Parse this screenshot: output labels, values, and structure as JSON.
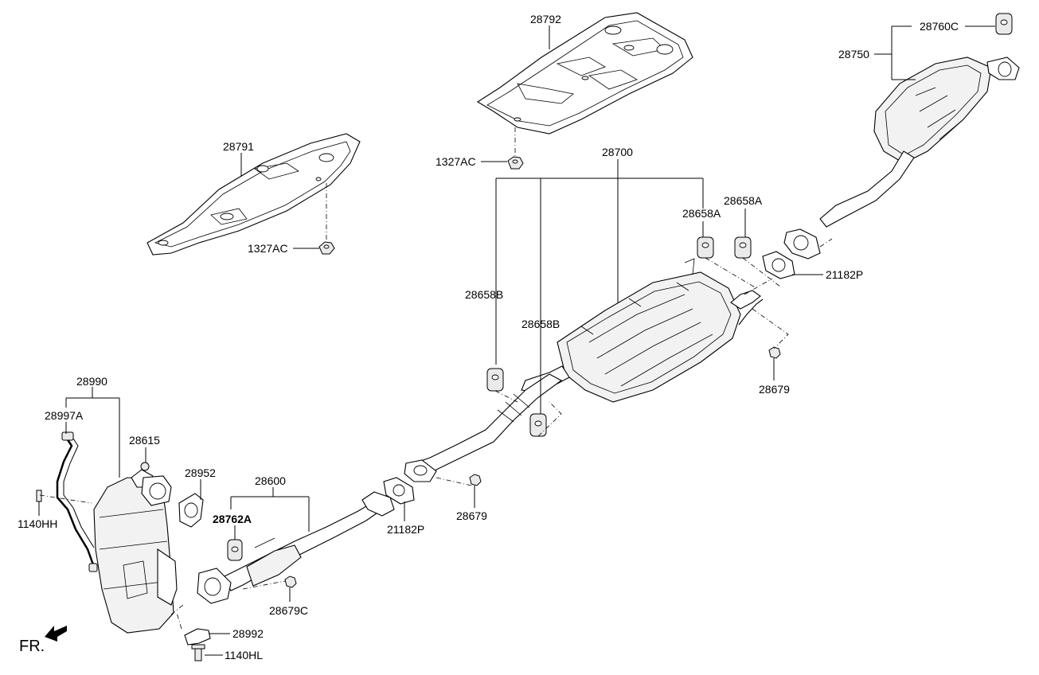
{
  "labels": {
    "p28792": "28792",
    "p28791": "28791",
    "p1327ac_a": "1327AC",
    "p1327ac_b": "1327AC",
    "p28700": "28700",
    "p28658a_1": "28658A",
    "p28658a_2": "28658A",
    "p28658b_1": "28658B",
    "p28658b_2": "28658B",
    "p28760c": "28760C",
    "p28750": "28750",
    "p21182p_1": "21182P",
    "p21182p_2": "21182P",
    "p28679_1": "28679",
    "p28679_2": "28679",
    "p28679c": "28679C",
    "p28990": "28990",
    "p28997a": "28997A",
    "p28615": "28615",
    "p28952": "28952",
    "p28600": "28600",
    "p28762a": "28762A",
    "p1140hh": "1140HH",
    "p28992": "28992",
    "p1140hl": "1140HL"
  },
  "orientation": {
    "fr_label": "FR.",
    "icon": "front-direction-arrow-icon"
  }
}
